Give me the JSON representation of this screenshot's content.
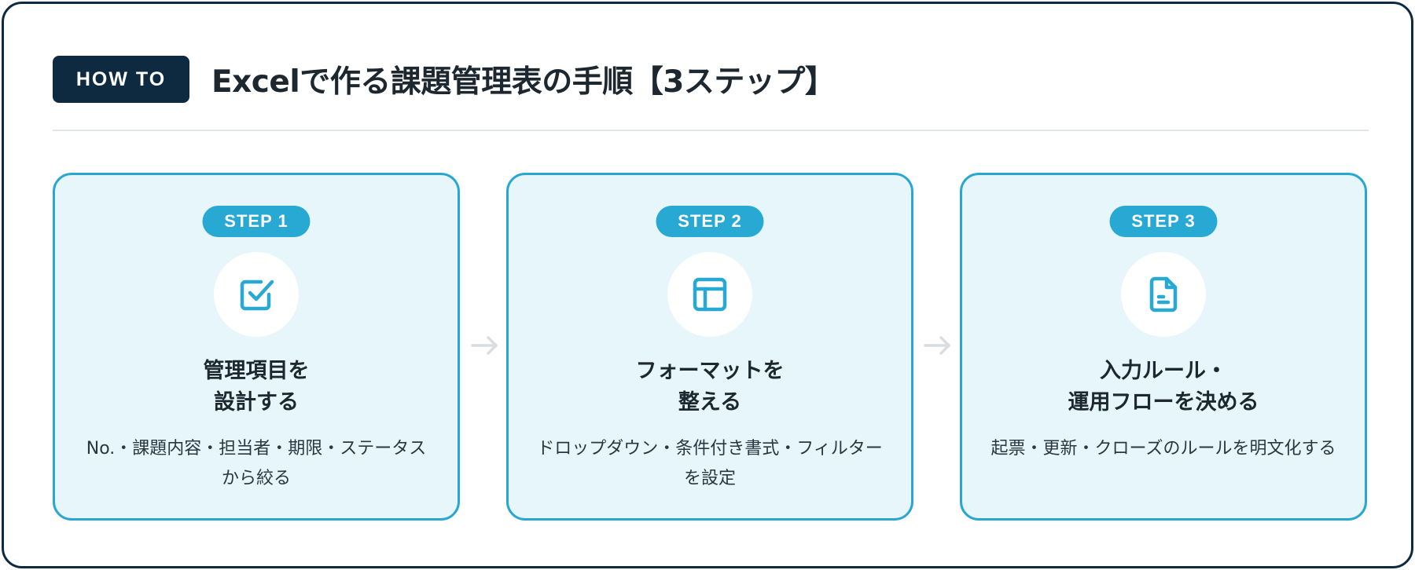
{
  "header": {
    "badge": "HOW TO",
    "title": "Excelで作る課題管理表の手順【3ステップ】"
  },
  "colors": {
    "navy": "#0d2a40",
    "accent": "#27a9d3",
    "card_bg": "#e7f6fb"
  },
  "steps": [
    {
      "label": "STEP 1",
      "icon": "checkbox-icon",
      "title_line1": "管理項目を",
      "title_line2": "設計する",
      "description": "No.・課題内容・担当者・期限・ステータスから絞る"
    },
    {
      "label": "STEP 2",
      "icon": "layout-icon",
      "title_line1": "フォーマットを",
      "title_line2": "整える",
      "description": "ドロップダウン・条件付き書式・フィルターを設定"
    },
    {
      "label": "STEP 3",
      "icon": "document-icon",
      "title_line1": "入力ルール・",
      "title_line2": "運用フローを決める",
      "description": "起票・更新・クローズのルールを明文化する"
    }
  ],
  "connector_icon": "arrow-right-icon"
}
